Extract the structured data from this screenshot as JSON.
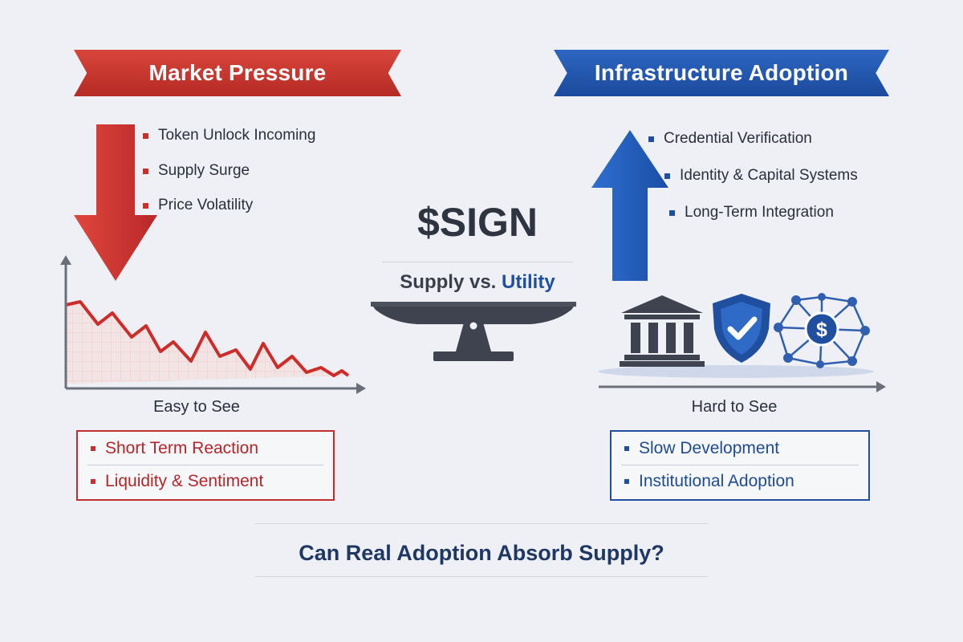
{
  "left": {
    "banner": "Market Pressure",
    "bullets": [
      "Token Unlock Incoming",
      "Supply Surge",
      "Price Volatility"
    ],
    "caption": "Easy to See",
    "box_items": [
      "Short Term Reaction",
      "Liquidity & Sentiment"
    ],
    "color": "#c8302b"
  },
  "center": {
    "title": "$SIGN",
    "subtitle_supply": "Supply vs.",
    "subtitle_utility": "Utility"
  },
  "right": {
    "banner": "Infrastructure Adoption",
    "bullets": [
      "Credential Verification",
      "Identity & Capital Systems",
      "Long-Term Integration"
    ],
    "caption": "Hard to See",
    "box_items": [
      "Slow Development",
      "Institutional Adoption"
    ],
    "color": "#1f4f9e"
  },
  "question": "Can Real Adoption Absorb Supply?",
  "icons": [
    "down-arrow-icon",
    "up-arrow-icon",
    "balance-scale-icon",
    "bank-building-icon",
    "shield-check-icon",
    "dollar-network-icon"
  ]
}
